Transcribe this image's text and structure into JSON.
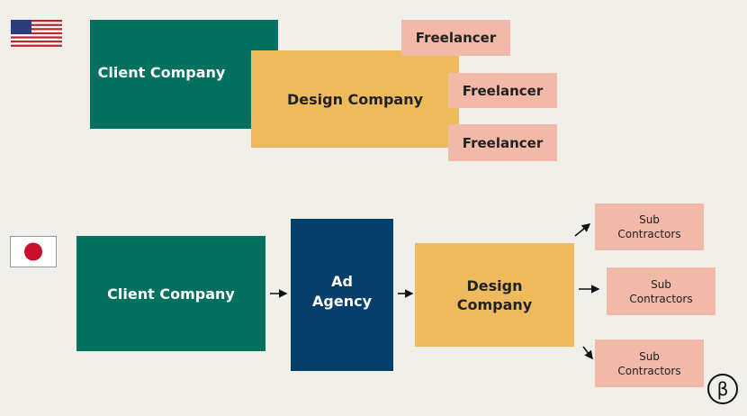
{
  "us": {
    "client": "Client Company",
    "design": "Design Company",
    "freelancers": [
      "Freelancer",
      "Freelancer",
      "Freelancer"
    ]
  },
  "japan": {
    "client": "Client Company",
    "agency_line1": "Ad",
    "agency_line2": "Agency",
    "design_line1": "Design",
    "design_line2": "Company",
    "subs": [
      {
        "l1": "Sub",
        "l2": "Contractors"
      },
      {
        "l1": "Sub",
        "l2": "Contractors"
      },
      {
        "l1": "Sub",
        "l2": "Contractors"
      }
    ]
  },
  "logo": "β",
  "colors": {
    "green": "#037060",
    "yellow": "#edbb5e",
    "pink": "#f2b8a8",
    "navy": "#063f6b"
  }
}
